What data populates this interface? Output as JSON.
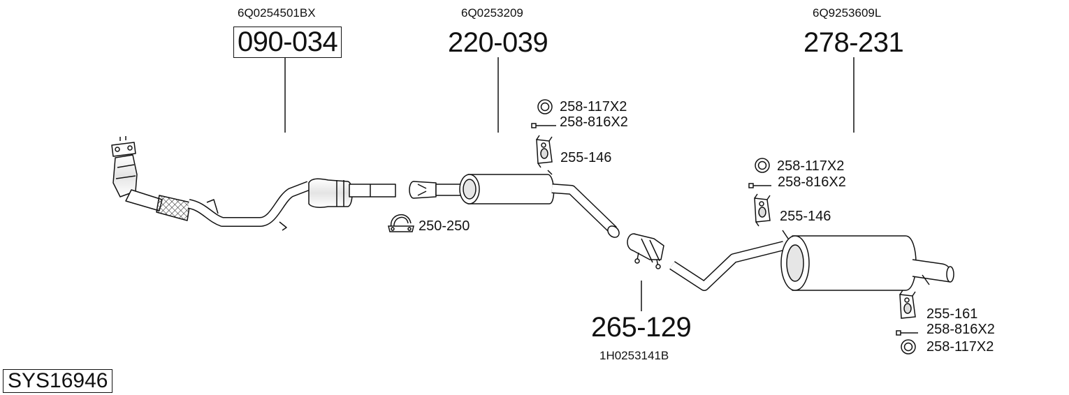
{
  "diagram": {
    "system_code": "SYS16946",
    "parts": [
      {
        "oem": "6Q0254501BX",
        "number": "090-034",
        "highlighted": true
      },
      {
        "oem": "6Q0253209",
        "number": "220-039",
        "highlighted": false
      },
      {
        "oem": "6Q9253609L",
        "number": "278-231",
        "highlighted": false
      },
      {
        "oem": "1H0253141B",
        "number": "265-129",
        "highlighted": false
      }
    ],
    "accessories": {
      "group_middle": [
        {
          "label": "258-117X2",
          "icon": "ring-icon"
        },
        {
          "label": "258-816X2",
          "icon": "bolt-icon"
        },
        {
          "label": "255-146",
          "icon": "rubber-mount-icon"
        }
      ],
      "clamp": {
        "label": "250-250",
        "icon": "clamp-icon"
      },
      "group_rear": [
        {
          "label": "258-117X2",
          "icon": "ring-icon"
        },
        {
          "label": "258-816X2",
          "icon": "bolt-icon"
        },
        {
          "label": "255-146",
          "icon": "rubber-mount-icon"
        }
      ],
      "group_tail": [
        {
          "label": "255-161",
          "icon": "rubber-mount-icon"
        },
        {
          "label": "258-816X2",
          "icon": "bolt-icon"
        },
        {
          "label": "258-117X2",
          "icon": "ring-icon"
        }
      ]
    },
    "colors": {
      "line": "#111111",
      "fill": "#ffffff",
      "shade": "#cfcfcf",
      "background": "#ffffff"
    }
  }
}
